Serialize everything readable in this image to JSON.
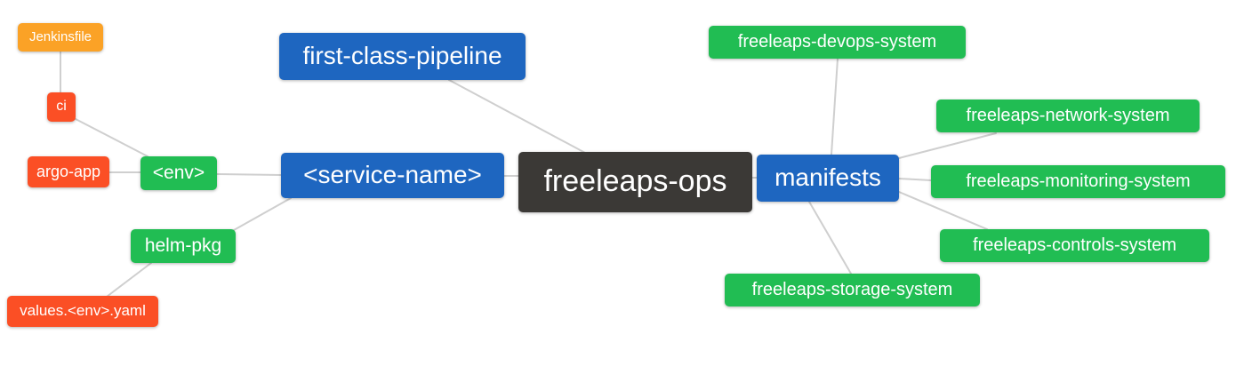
{
  "diagram": {
    "title": "freeleaps-ops repository mind map",
    "root_label": "freeleaps-ops",
    "palette": {
      "blue": "#1e66c0",
      "green": "#21bd53",
      "red": "#fb4f25",
      "amber": "#fba226",
      "dark": "#3b3936",
      "edge": "#cfcfcf",
      "text": "#ffffff",
      "background": "#ffffff"
    },
    "nodes": [
      {
        "id": "jenkinsfile",
        "label": "Jenkinsfile",
        "color": "amber"
      },
      {
        "id": "ci",
        "label": "ci",
        "color": "red"
      },
      {
        "id": "argo-app",
        "label": "argo-app",
        "color": "red"
      },
      {
        "id": "env",
        "label": "<env>",
        "color": "green"
      },
      {
        "id": "first-class-pipeline",
        "label": "first-class-pipeline",
        "color": "blue"
      },
      {
        "id": "service-name",
        "label": "<service-name>",
        "color": "blue"
      },
      {
        "id": "freeleaps-ops",
        "label": "freeleaps-ops",
        "color": "dark"
      },
      {
        "id": "manifests",
        "label": "manifests",
        "color": "blue"
      },
      {
        "id": "helm-pkg",
        "label": "helm-pkg",
        "color": "green"
      },
      {
        "id": "values-env-yaml",
        "label": "values.<env>.yaml",
        "color": "red"
      },
      {
        "id": "freeleaps-devops-system",
        "label": "freeleaps-devops-system",
        "color": "green"
      },
      {
        "id": "freeleaps-network-system",
        "label": "freeleaps-network-system",
        "color": "green"
      },
      {
        "id": "freeleaps-monitoring-system",
        "label": "freeleaps-monitoring-system",
        "color": "green"
      },
      {
        "id": "freeleaps-controls-system",
        "label": "freeleaps-controls-system",
        "color": "green"
      },
      {
        "id": "freeleaps-storage-system",
        "label": "freeleaps-storage-system",
        "color": "green"
      }
    ],
    "edges": [
      {
        "from": "jenkinsfile",
        "to": "ci"
      },
      {
        "from": "ci",
        "to": "env"
      },
      {
        "from": "argo-app",
        "to": "env"
      },
      {
        "from": "env",
        "to": "service-name"
      },
      {
        "from": "service-name",
        "to": "helm-pkg"
      },
      {
        "from": "helm-pkg",
        "to": "values-env-yaml"
      },
      {
        "from": "first-class-pipeline",
        "to": "freeleaps-ops"
      },
      {
        "from": "service-name",
        "to": "freeleaps-ops"
      },
      {
        "from": "freeleaps-ops",
        "to": "manifests"
      },
      {
        "from": "manifests",
        "to": "freeleaps-devops-system"
      },
      {
        "from": "manifests",
        "to": "freeleaps-network-system"
      },
      {
        "from": "manifests",
        "to": "freeleaps-monitoring-system"
      },
      {
        "from": "manifests",
        "to": "freeleaps-controls-system"
      },
      {
        "from": "manifests",
        "to": "freeleaps-storage-system"
      }
    ]
  }
}
